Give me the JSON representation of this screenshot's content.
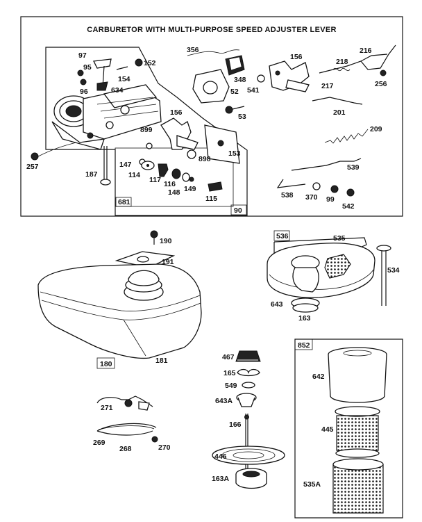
{
  "diagram": {
    "title": "CARBURETOR WITH MULTI-PURPOSE SPEED ADJUSTER LEVER",
    "boxes": {
      "carburetor_group": "90",
      "sub_group": "681",
      "fuel_tank": "180",
      "air_cleaner_assembly": "536",
      "air_filter_kit": "852"
    },
    "labels": {
      "p97": "97",
      "p95": "95",
      "p96": "96",
      "p634": "634",
      "p154": "154",
      "p152": "152",
      "p356": "356",
      "p348": "348",
      "p52": "52",
      "p541": "541",
      "p53": "53",
      "p156a": "156",
      "p218": "218",
      "p216": "216",
      "p217": "217",
      "p256": "256",
      "p201": "201",
      "p209": "209",
      "p156b": "156",
      "p899": "899",
      "p153": "153",
      "p898": "898",
      "p257": "257",
      "p187": "187",
      "p147": "147",
      "p114": "114",
      "p117": "117",
      "p116": "116",
      "p148": "148",
      "p149": "149",
      "p115": "115",
      "p539": "539",
      "p538": "538",
      "p370": "370",
      "p99": "99",
      "p542": "542",
      "p190": "190",
      "p191": "191",
      "p181": "181",
      "p535": "535",
      "p534": "534",
      "p643": "643",
      "p163": "163",
      "p467": "467",
      "p165": "165",
      "p549": "549",
      "p643A": "643A",
      "p166": "166",
      "p446": "446",
      "p163A": "163A",
      "p642": "642",
      "p445": "445",
      "p535A": "535A",
      "p271": "271",
      "p269": "269",
      "p268": "268",
      "p270": "270"
    }
  }
}
